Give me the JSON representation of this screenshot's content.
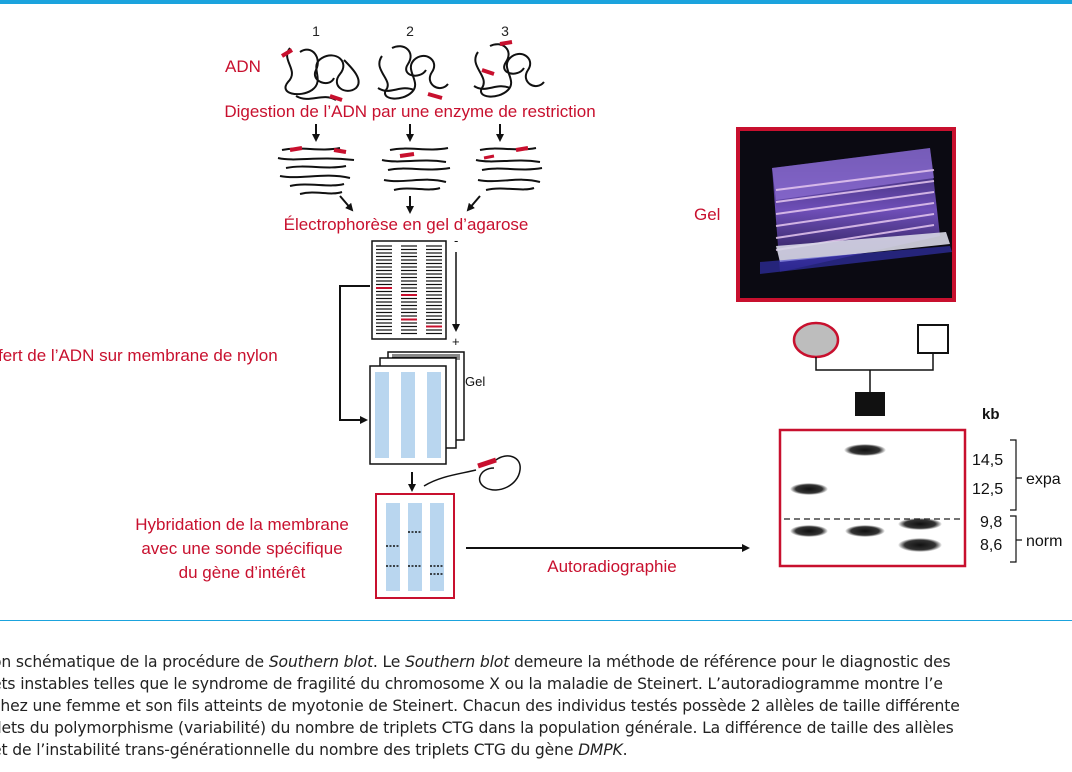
{
  "lane_numbers": [
    "1",
    "2",
    "3"
  ],
  "labels": {
    "adn": "ADN",
    "digestion": "Digestion de l’ADN par une enzyme de restriction",
    "electrophorese": "Électrophorèse en gel d’agarose",
    "gel_minus": "-",
    "gel_plus": "+",
    "transfert": "fert de l’ADN sur membrane de nylon",
    "gel_stack": "Gel",
    "hybridation_1": "Hybridation de la membrane",
    "hybridation_2": "avec une sonde spécifique",
    "hybridation_3": "du gène d’intérêt",
    "autoradiographie": "Autoradiographie",
    "gel_photo": "Gel",
    "kb": "kb",
    "size_14_5": "14,5",
    "size_12_5": "12,5",
    "size_9_8": "9,8",
    "size_8_6": "8,6",
    "expa": "expa",
    "norm": "norm"
  },
  "colors": {
    "accent_red": "#c8102e",
    "rule_blue": "#1ba3dd",
    "membrane_blue": "#b9d6ef",
    "affected_grey": "#bdbdbd"
  },
  "pedigree": {
    "mother": "affected female (grey circle)",
    "father": "unaffected male (white square)",
    "son": "affected male (black square)"
  },
  "caption": {
    "l1_a": "on schématique de la procédure de ",
    "l1_b": "Southern blot",
    "l1_c": ". Le ",
    "l1_d": "Southern blot",
    "l1_e": " demeure la méthode de référence pour le diagnostic des",
    "l2": "ets instables telles que le syndrome de fragilité du chromosome X ou la maladie de Steinert. L’autoradiogramme montre l’e",
    "l3": "chez une femme et son fils atteints de myotonie de Steinert. Chacun des individus testés possède 2 allèles de taille différente",
    "l4": "flets du polymorphisme (variabilité) du nombre de triplets CTG dans la population générale. La différence de taille des allèles",
    "l5_a": "et de l’instabilité trans-générationnelle du nombre des triplets CTG du gène ",
    "l5_b": "DMPK",
    "l5_c": "."
  }
}
